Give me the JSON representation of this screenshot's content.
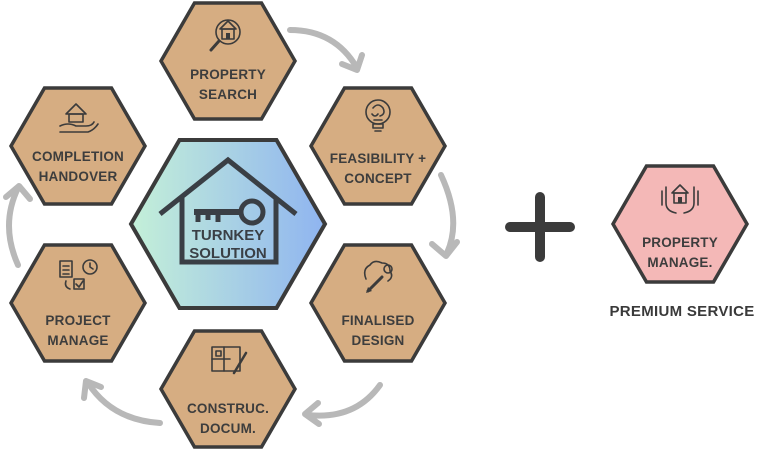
{
  "colors": {
    "hex_fill": "#d6ad82",
    "hex_stroke": "#3b3b3b",
    "premium_fill": "#f4b8b7",
    "arrow": "#b8b8b8",
    "plus": "#3b3b3b",
    "center_grad_left": "#c4f0d8",
    "center_grad_right": "#8fb4f0"
  },
  "center": {
    "label_line1": "TURNKEY",
    "label_line2": "SOLUTION",
    "icon": "house-key-icon"
  },
  "steps": [
    {
      "id": "property-search",
      "line1": "PROPERTY",
      "line2": "SEARCH",
      "icon": "house-search-icon"
    },
    {
      "id": "feasibility-concept",
      "line1": "FEASIBILITY +",
      "line2": "CONCEPT",
      "icon": "lightbulb-brain-icon"
    },
    {
      "id": "finalised-design",
      "line1": "FINALISED",
      "line2": "DESIGN",
      "icon": "brain-pencil-icon"
    },
    {
      "id": "construc-docum",
      "line1": "CONSTRUC.",
      "line2": "DOCUM.",
      "icon": "blueprint-icon"
    },
    {
      "id": "project-manage",
      "line1": "PROJECT",
      "line2": "MANAGE",
      "icon": "checklist-clock-icon"
    },
    {
      "id": "completion-handover",
      "line1": "COMPLETION",
      "line2": "HANDOVER",
      "icon": "hand-house-icon"
    }
  ],
  "premium": {
    "line1": "PROPERTY",
    "line2": "MANAGE.",
    "caption": "PREMIUM SERVICE",
    "icon": "hands-house-icon"
  }
}
